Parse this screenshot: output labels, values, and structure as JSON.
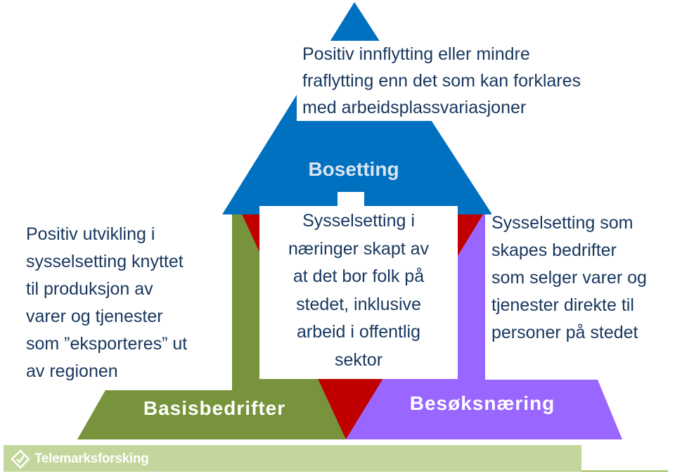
{
  "top_text": [
    "Positiv innflytting eller mindre",
    "fraflytting enn det som kan forklares",
    "med arbeidsplassvariasjoner"
  ],
  "bosetting_label": "Bosetting",
  "left_text": [
    "Positiv utvikling i",
    "sysselsetting  knyttet",
    "til produksjon av",
    "varer og tjenester",
    "som ”eksporteres” ut",
    "av regionen"
  ],
  "center_text": [
    "Sysselsetting i",
    "næringer skapt av",
    "at det bor folk på",
    "stedet, inklusive",
    "arbeid i offentlig",
    "sektor"
  ],
  "right_text": [
    "Sysselsetting som",
    "skapes bedrifter",
    "som selger varer og",
    "tjenester direkte til",
    "personer på stedet"
  ],
  "basis_label": "Basisbedrifter",
  "besok_label": "Besøksnæring",
  "logo_text": "Telemarksforsking",
  "colors": {
    "blue": "#0070c0",
    "green": "#77933c",
    "purple": "#9966ff",
    "red": "#c00000",
    "text": "#17375e",
    "footer": "#c3d69b"
  }
}
